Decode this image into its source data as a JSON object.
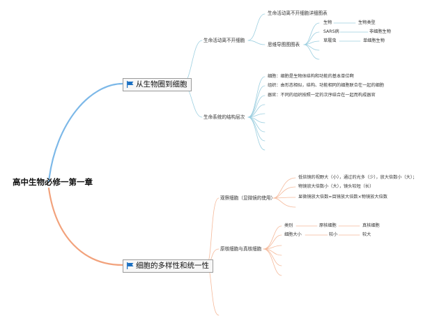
{
  "root": "高中生物必修一第一章",
  "branches": [
    {
      "label": "从生物圈到细胞",
      "color": "#7cb8e8",
      "subtopics": [
        {
          "label": "生命活动离不开细胞",
          "children": [
            {
              "label": "生命活动离不开细胞详细图表"
            },
            {
              "label": "思维导图图图表",
              "rows": [
                [
                  "生物",
                  "生物类型"
                ],
                [
                  "SARS病",
                  "非细胞生物"
                ],
                [
                  "草履虫",
                  "单细胞生物"
                ]
              ]
            }
          ]
        },
        {
          "label": "生命系统的结构层次",
          "children": [
            {
              "label": "细胞：细胞是生物体结构和功能的基本单位啊"
            },
            {
              "label": "组织：由形态相似，结构、功能相同的细胞联合在一起的细胞"
            },
            {
              "label": "器官：不同的组织按照一定的次序结合在一起而构成器官"
            }
          ]
        }
      ]
    },
    {
      "label": "细胞的多样性和统一性",
      "color": "#f2a27c",
      "subtopics": [
        {
          "label": "观察细胞（显微镜的使用）",
          "children": [
            {
              "label": "低倍镜的视野大（小），通过的光多（少），放大倍数小（大）；"
            },
            {
              "label": "物镜放大倍数小（大），镜头较短（长）"
            },
            {
              "label": "显微镜放大倍数=目镜放大倍数×物镜放大倍数"
            }
          ]
        },
        {
          "label": "原核细胞与真核细胞",
          "rows": [
            [
              "类别",
              "原核细胞",
              "真核细胞"
            ],
            [
              "细胞大小",
              "较小",
              "较大"
            ]
          ]
        }
      ]
    }
  ]
}
